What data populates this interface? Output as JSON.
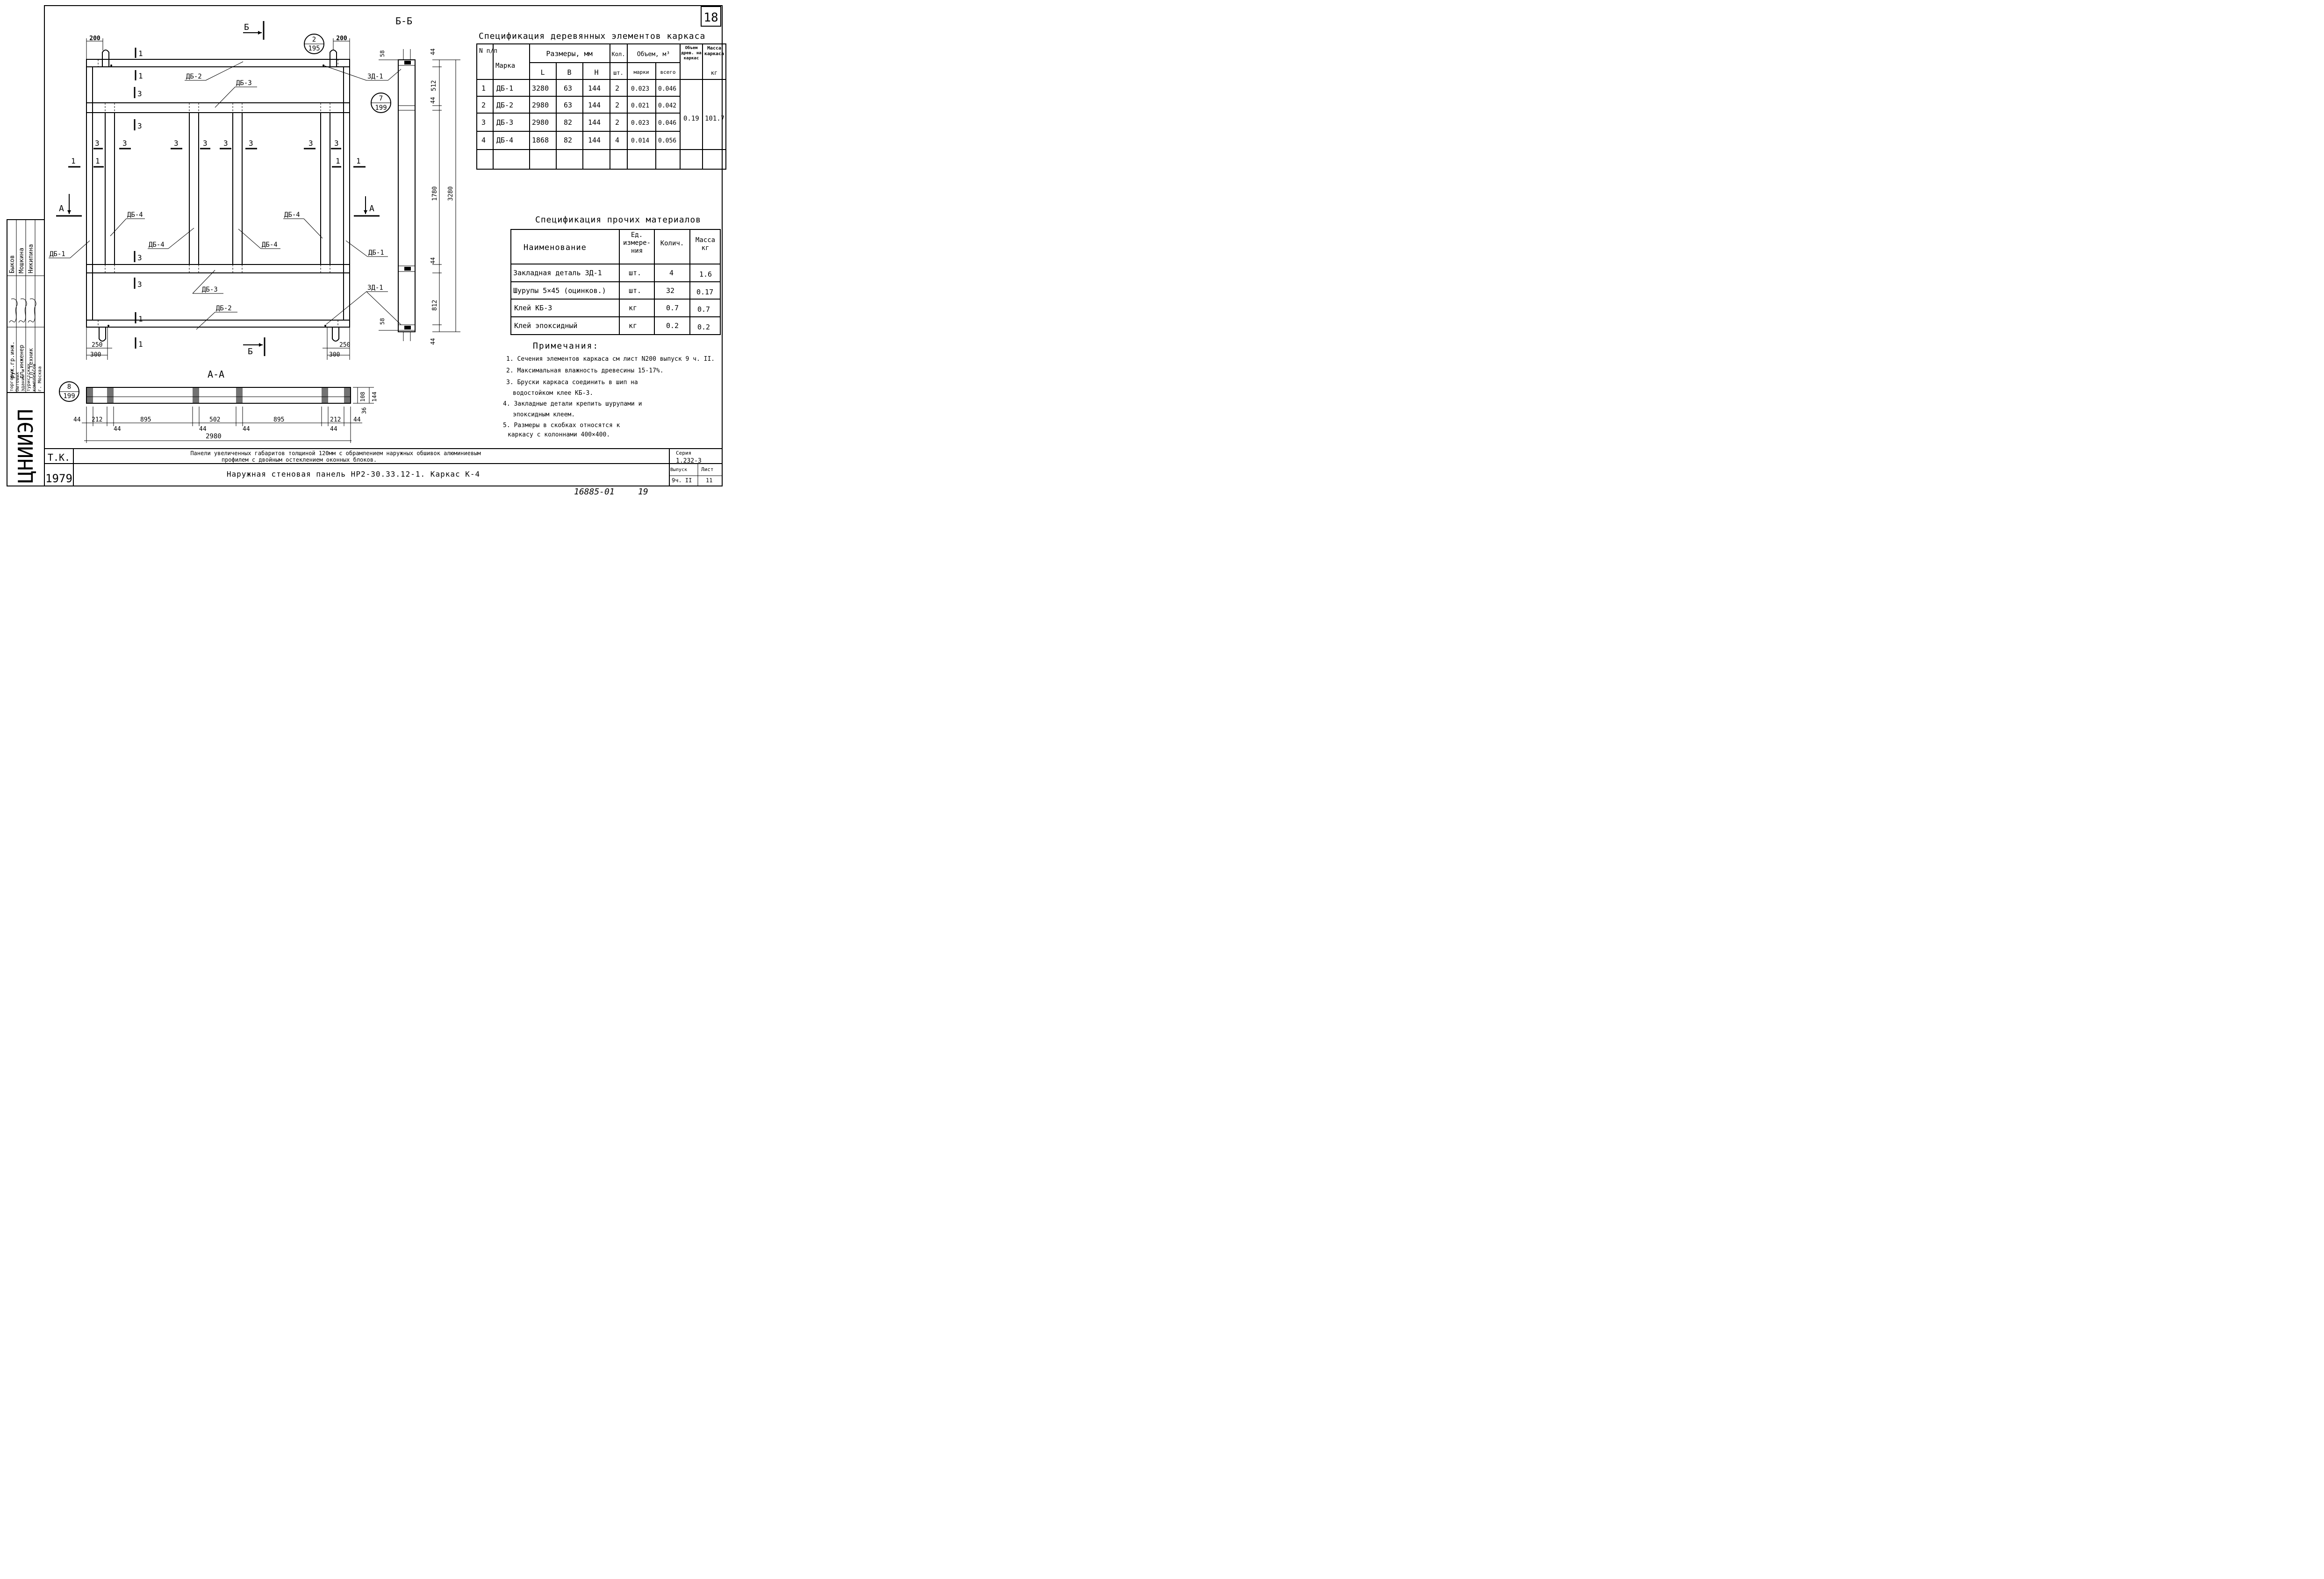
{
  "sheet_number": "18",
  "section_title": "Б-Б",
  "section_aa_title": "А-А",
  "frame_labels": {
    "cut_b": "Б",
    "cut_a": "А",
    "db1": "ДБ-1",
    "db2": "ДБ-2",
    "db3": "ДБ-3",
    "db4": "ДБ-4",
    "zd1": "ЗД-1",
    "n1": "1",
    "n3": "3",
    "dim_200": "200",
    "dim_250": "250",
    "dim_300": "300"
  },
  "callouts": [
    {
      "top": "2",
      "bottom": "195"
    },
    {
      "top": "7",
      "bottom": "199"
    },
    {
      "top": "8",
      "bottom": "199"
    }
  ],
  "side_dims": {
    "d58": "58",
    "d44": "44",
    "d512": "512",
    "d1780": "1780",
    "d3280": "3280",
    "d812": "812"
  },
  "aa_dims": {
    "d44": "44",
    "d212": "212",
    "d895": "895",
    "d502": "502",
    "d2980": "2980",
    "d108": "108",
    "d144": "144",
    "d36": "36"
  },
  "wood_spec": {
    "title": "Спецификация деревянных элементов каркаса",
    "h_num": "N п/п",
    "h_mark": "Марка",
    "h_sizes": "Размеры, мм",
    "h_L": "L",
    "h_B": "B",
    "h_H": "H",
    "h_qty": "Кол.",
    "h_qty_unit": "шт.",
    "h_volume": "Объем, м³",
    "h_vol_mark": "марки",
    "h_vol_total": "всего",
    "h_vol_wood": "Объем древ. на каркас",
    "h_mass": "Масса каркаса",
    "h_mass_unit": "кг",
    "rows": [
      {
        "n": "1",
        "mark": "ДБ-1",
        "L": "3280",
        "B": "63",
        "H": "144",
        "qty": "2",
        "v_mark": "0.023",
        "v_total": "0.046"
      },
      {
        "n": "2",
        "mark": "ДБ-2",
        "L": "2980",
        "B": "63",
        "H": "144",
        "qty": "2",
        "v_mark": "0.021",
        "v_total": "0.042"
      },
      {
        "n": "3",
        "mark": "ДБ-3",
        "L": "2980",
        "B": "82",
        "H": "144",
        "qty": "2",
        "v_mark": "0.023",
        "v_total": "0.046"
      },
      {
        "n": "4",
        "mark": "ДБ-4",
        "L": "1868",
        "B": "82",
        "H": "144",
        "qty": "4",
        "v_mark": "0.014",
        "v_total": "0.056"
      }
    ],
    "vol_wood": "0.19",
    "mass": "101.7"
  },
  "other_spec": {
    "title": "Спецификация прочих материалов",
    "h_name": "Наименование",
    "h_unit": "Ед. измере- ния",
    "h_qty": "Колич.",
    "h_mass": "Масса кг",
    "rows": [
      {
        "name": "Закладная деталь ЗД-1",
        "unit": "шт.",
        "qty": "4",
        "mass": "1.6"
      },
      {
        "name": "Шурупы 5×45 (оцинков.)",
        "unit": "шт.",
        "qty": "32",
        "mass": "0.17"
      },
      {
        "name": "Клей КБ-3",
        "unit": "кг",
        "qty": "0.7",
        "mass": "0.7"
      },
      {
        "name": "Клей эпоксидный",
        "unit": "кг",
        "qty": "0.2",
        "mass": "0.2"
      }
    ]
  },
  "notes": {
    "title": "Примечания:",
    "lines": [
      "1. Сечения элементов каркаса см лист N200 выпуск 9 ч. II.",
      "2. Максимальная влажность древесины 15-17%.",
      "3. Бруски каркаса соединить в шип на",
      "водостойком клее КБ-3.",
      "4. Закладные детали крепить шурупами и",
      "эпоксидным клеем.",
      "5. Размеры в скобках относятся к",
      "каркасу с колоннами 400×400."
    ]
  },
  "title_block": {
    "tk": "Т.К.",
    "year": "1979",
    "desc_line1": "Панели увеличенных габаритов толщиной 120мм с обрамлением наружных обшивок алюминиевым",
    "desc_line2": "профилем с двойным остеклением оконных блоков.",
    "main_title": "Наружная стеновая панель НР2-30.33.12-1. Каркас К-4",
    "series_label": "Серия",
    "series_value": "1.232-3",
    "issue_label": "Выпуск",
    "issue_value": "9ч. II",
    "sheet_label": "Лист",
    "sheet_value": "11"
  },
  "left_stamp": {
    "org": "ЦНИИЭП",
    "org_sub": [
      "торговых",
      "бытовых",
      "зданий и",
      "туристских",
      "комплексов",
      "г. Москва"
    ],
    "roles": [
      "рук.гр.инж.",
      "гл.инженер",
      "гл.техник"
    ],
    "names": [
      "Быков",
      "Мошкина",
      "Никипина"
    ]
  },
  "bottom_stamp": {
    "num": "16885-01",
    "page": "19"
  }
}
